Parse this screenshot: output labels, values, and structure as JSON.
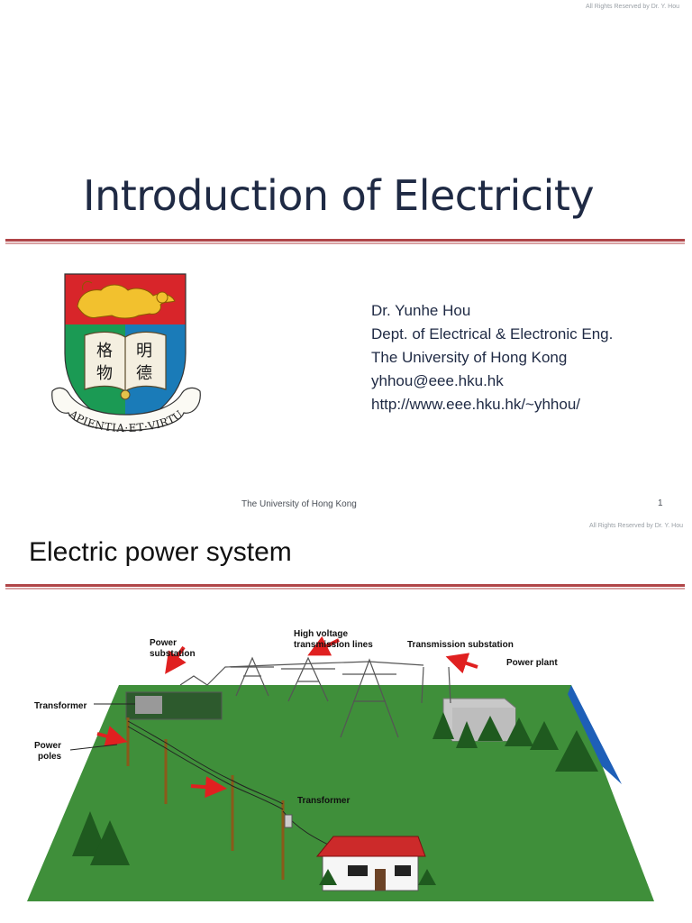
{
  "slide1": {
    "copyright": "All Rights Reserved by Dr. Y. Hou",
    "title": "Introduction of Electricity",
    "crest": {
      "characters": [
        "格",
        "明",
        "物",
        "德"
      ],
      "motto": "SAPIENTIA·ET·VIRTUS"
    },
    "author": {
      "name": "Dr. Yunhe Hou",
      "dept": "Dept. of Electrical & Electronic Eng.",
      "university": "The University of Hong Kong",
      "email": "yhhou@eee.hku.hk",
      "url": "http://www.eee.hku.hk/~yhhou/"
    },
    "footer": "The University of Hong Kong",
    "page_number": "1"
  },
  "slide2": {
    "copyright": "All Rights Reserved by Dr. Y. Hou",
    "title": "Electric power system",
    "diagram": {
      "labels": {
        "power_substation_1": "Power",
        "power_substation_2": "substation",
        "high_voltage_1": "High voltage",
        "high_voltage_2": "transmission lines",
        "transmission_substation": "Transmission substation",
        "power_plant": "Power plant",
        "transformer_1": "Transformer",
        "power_poles_1": "Power",
        "power_poles_2": "poles",
        "transformer_2": "Transformer"
      }
    }
  },
  "colors": {
    "rule": "#b04548",
    "title": "#1f2a44",
    "ground": "#3f8f3a",
    "arrow": "#e02020",
    "water": "#1e5fb8"
  }
}
